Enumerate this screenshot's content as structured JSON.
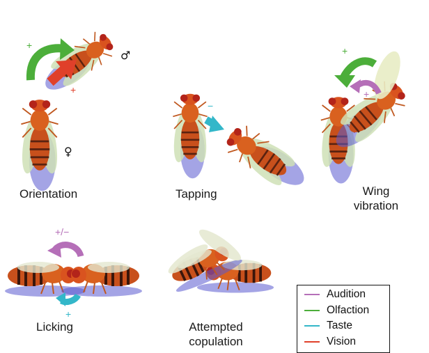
{
  "panels": {
    "orientation": {
      "label": "Orientation",
      "signs": [
        "+",
        "+"
      ]
    },
    "tapping": {
      "label": "Tapping",
      "signs": [
        "−"
      ]
    },
    "wing_vibration": {
      "label_line1": "Wing",
      "label_line2": "vibration",
      "signs": [
        "+",
        "+"
      ]
    },
    "licking": {
      "label": "Licking",
      "signs": [
        "+/−",
        "+"
      ]
    },
    "attempted_copulation": {
      "label_line1": "Attempted",
      "label_line2": "copulation"
    }
  },
  "sex_symbols": {
    "male": "♂",
    "female": "♀"
  },
  "legend": {
    "items": [
      {
        "label": "Audition",
        "color": "#b56fb8"
      },
      {
        "label": "Olfaction",
        "color": "#4cae3a"
      },
      {
        "label": "Taste",
        "color": "#33b7c9"
      },
      {
        "label": "Vision",
        "color": "#e0402a"
      }
    ]
  },
  "colors": {
    "fly_body": "#d9531f",
    "fly_eye": "#b3241a",
    "wing": "#ccd9b0",
    "shadow": "#6a6ad0"
  }
}
